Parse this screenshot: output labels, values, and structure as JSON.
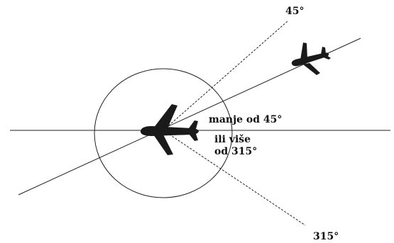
{
  "labels": {
    "angle_45": "45°",
    "angle_315": "315°",
    "less_than": "manje od 45°",
    "or_more_line1": "ili više",
    "or_more_line2": "od 315°"
  },
  "colors": {
    "line": "#222222",
    "aircraft": "#1a1a1a"
  }
}
